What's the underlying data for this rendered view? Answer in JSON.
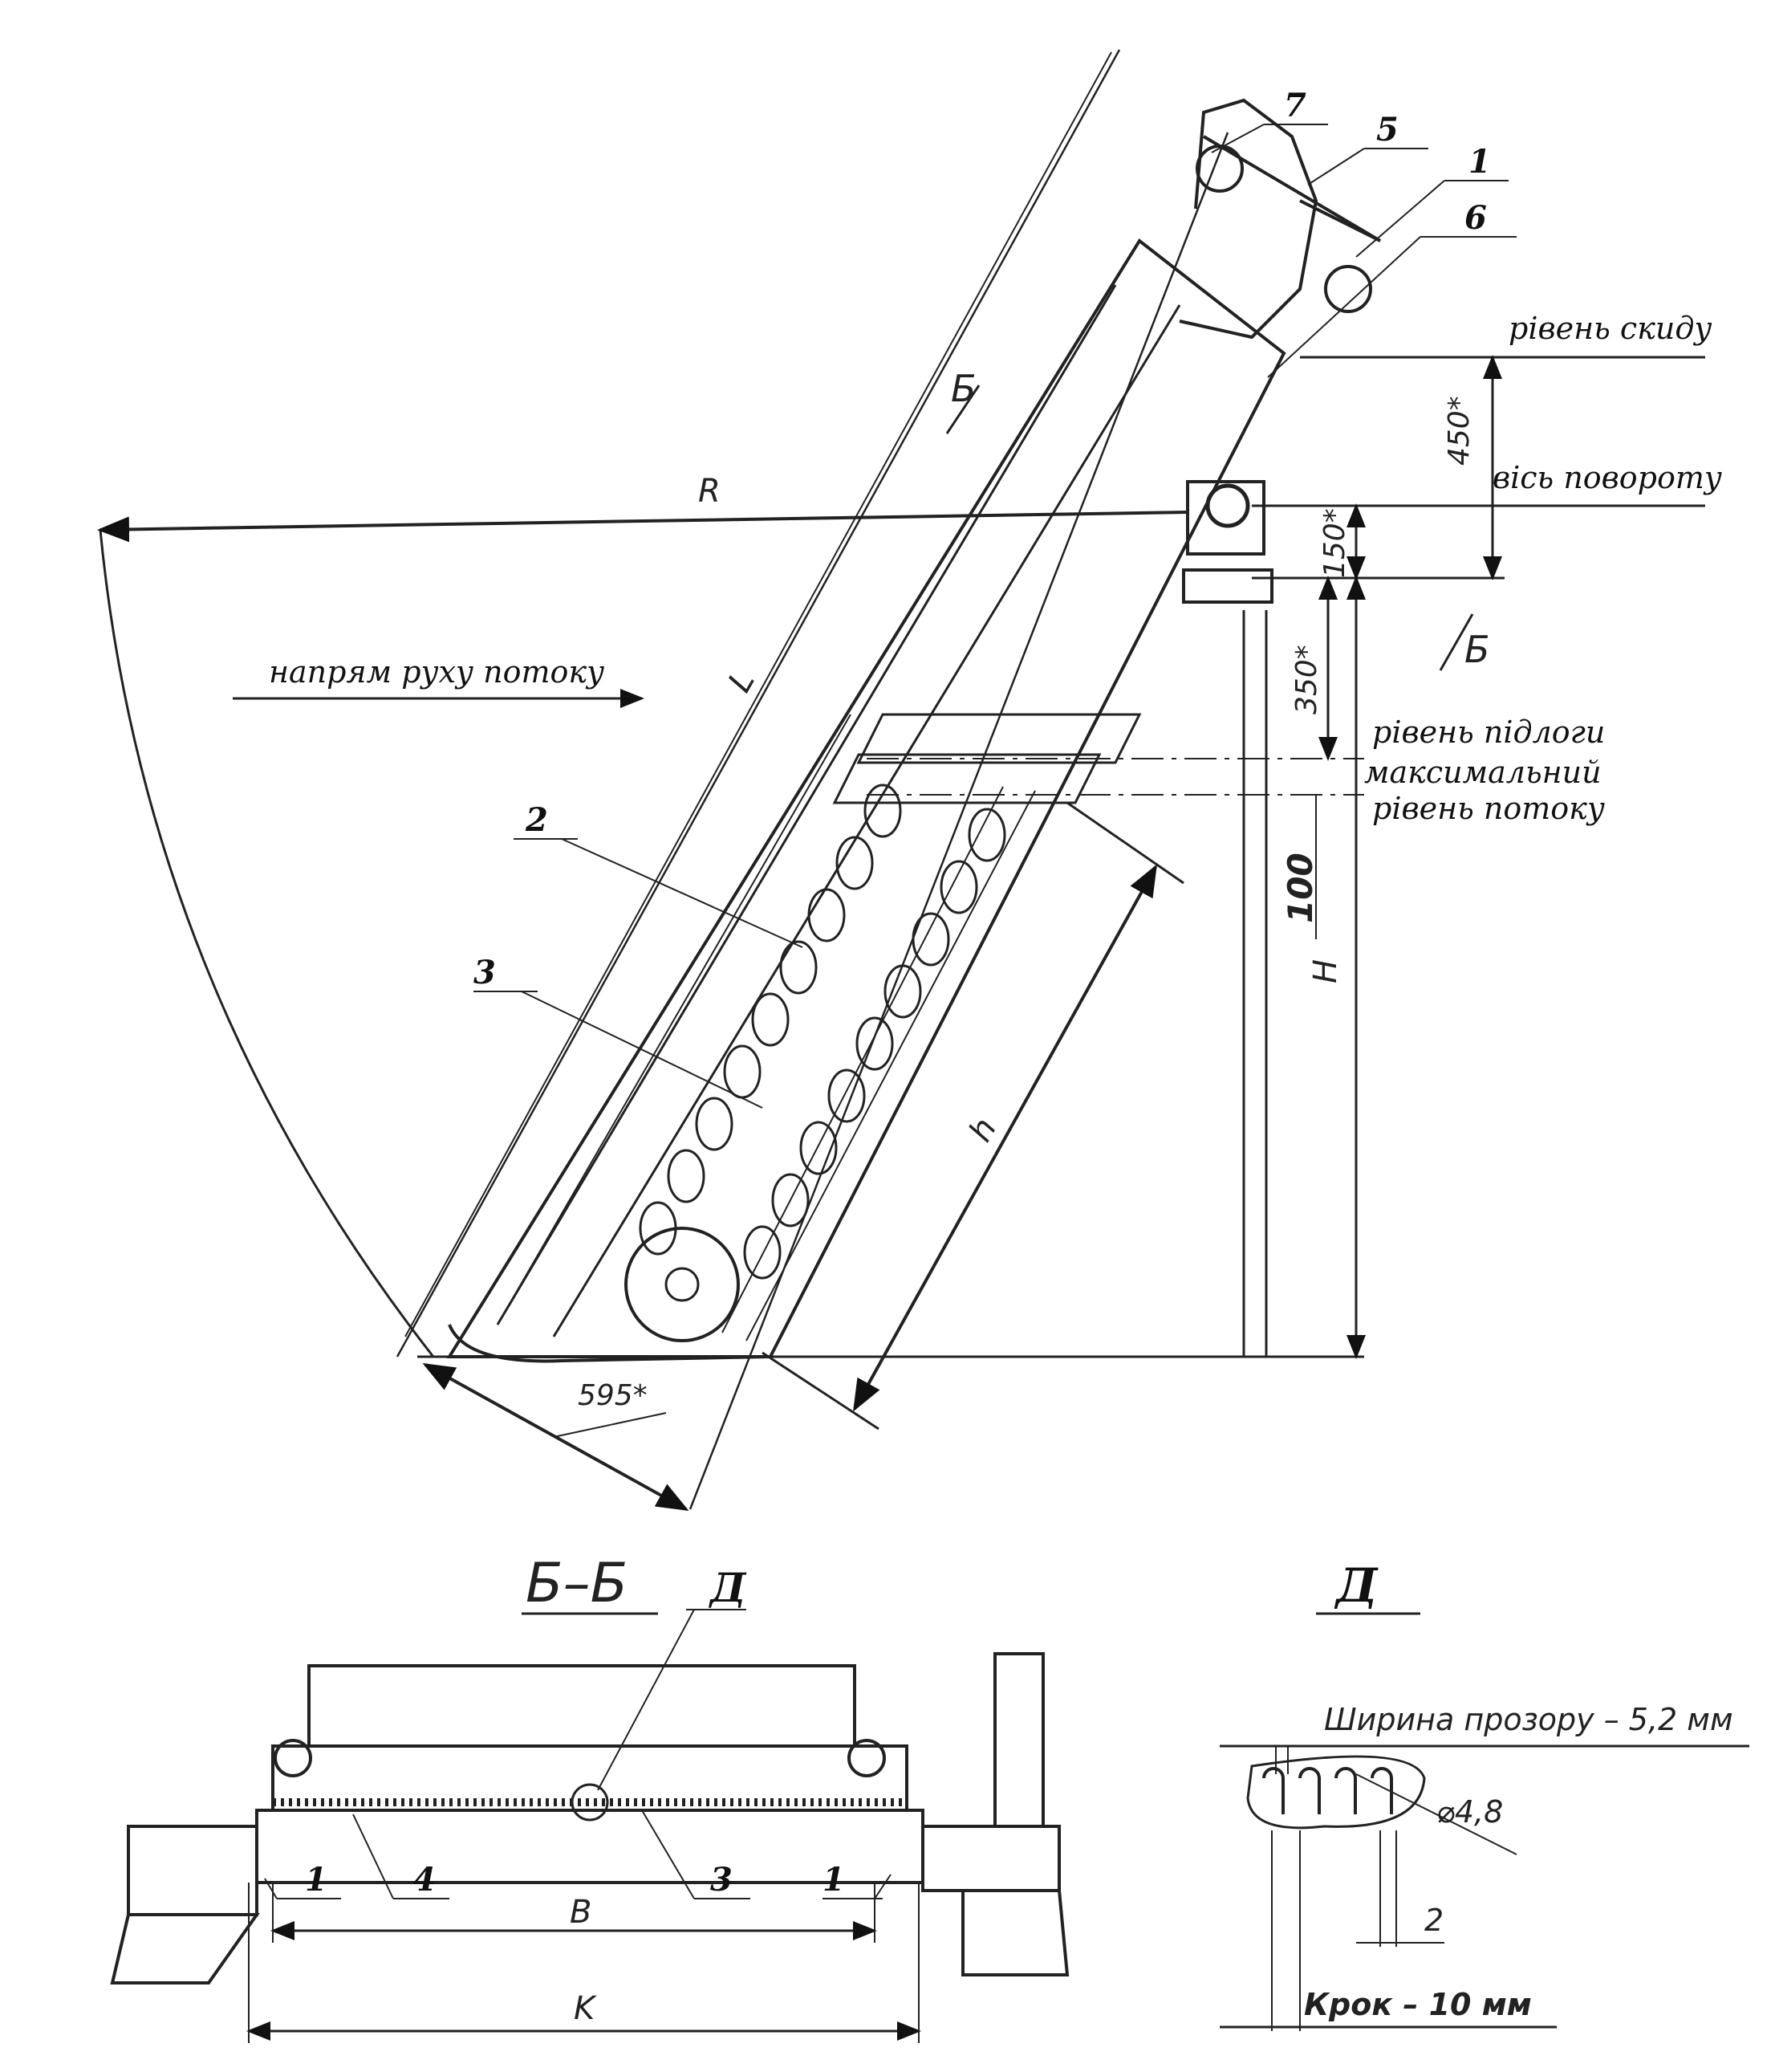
{
  "labels": {
    "discharge_level": "рівень скиду",
    "rotation_axis": "вісь повороту",
    "flow_direction": "напрям руху потоку",
    "floor_level": "рівень підлоги",
    "max_flow_level_1": "максимальний",
    "max_flow_level_2": "рівень потоку"
  },
  "dimensions": {
    "d450": "450*",
    "d150": "150*",
    "d350": "350*",
    "d100": "100",
    "d595": "595*",
    "R": "R",
    "L": "L",
    "H": "H",
    "h": "h",
    "B": "B",
    "K": "K"
  },
  "sections": {
    "section_bb": "Б–Б",
    "cut_mark": "Б",
    "detail": "Д"
  },
  "callouts": {
    "c1": "1",
    "c2": "2",
    "c3": "3",
    "c4": "4",
    "c5": "5",
    "c6": "6",
    "c7": "7"
  },
  "detail": {
    "gap_width": "Ширина прозору – 5,2 мм",
    "pitch": "Крок – 10 мм",
    "diameter": "⌀4,8",
    "two": "2"
  }
}
